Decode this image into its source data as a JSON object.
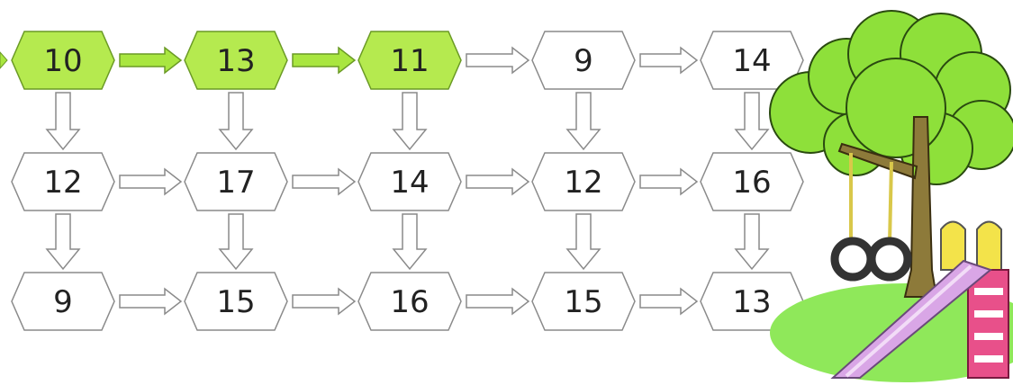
{
  "grid": {
    "rows": [
      [
        "10",
        "13",
        "11",
        "9",
        "14"
      ],
      [
        "12",
        "17",
        "14",
        "12",
        "16"
      ],
      [
        "9",
        "15",
        "16",
        "15",
        "13"
      ]
    ],
    "highlighted": [
      [
        0,
        0
      ],
      [
        0,
        1
      ],
      [
        0,
        2
      ]
    ],
    "highlighted_arrows": [
      [
        0,
        0
      ],
      [
        0,
        1
      ]
    ]
  },
  "colors": {
    "highlight_fill": "#b5ea4f",
    "highlight_stroke": "#6a9a25",
    "node_fill": "#ffffff",
    "node_stroke": "#8a8a8a",
    "arrow_fill": "#ffffff",
    "arrow_stroke": "#8a8a8a",
    "arrow_highlight_fill": "#a9e640",
    "tree_green": "#8ee03a",
    "trunk": "#8d7a3a",
    "slide": "#d9a6e6",
    "ladder": "#e8508a",
    "ground": "#8fe85a"
  },
  "decoration": {
    "illustration": "playground-tree-swing-slide"
  }
}
